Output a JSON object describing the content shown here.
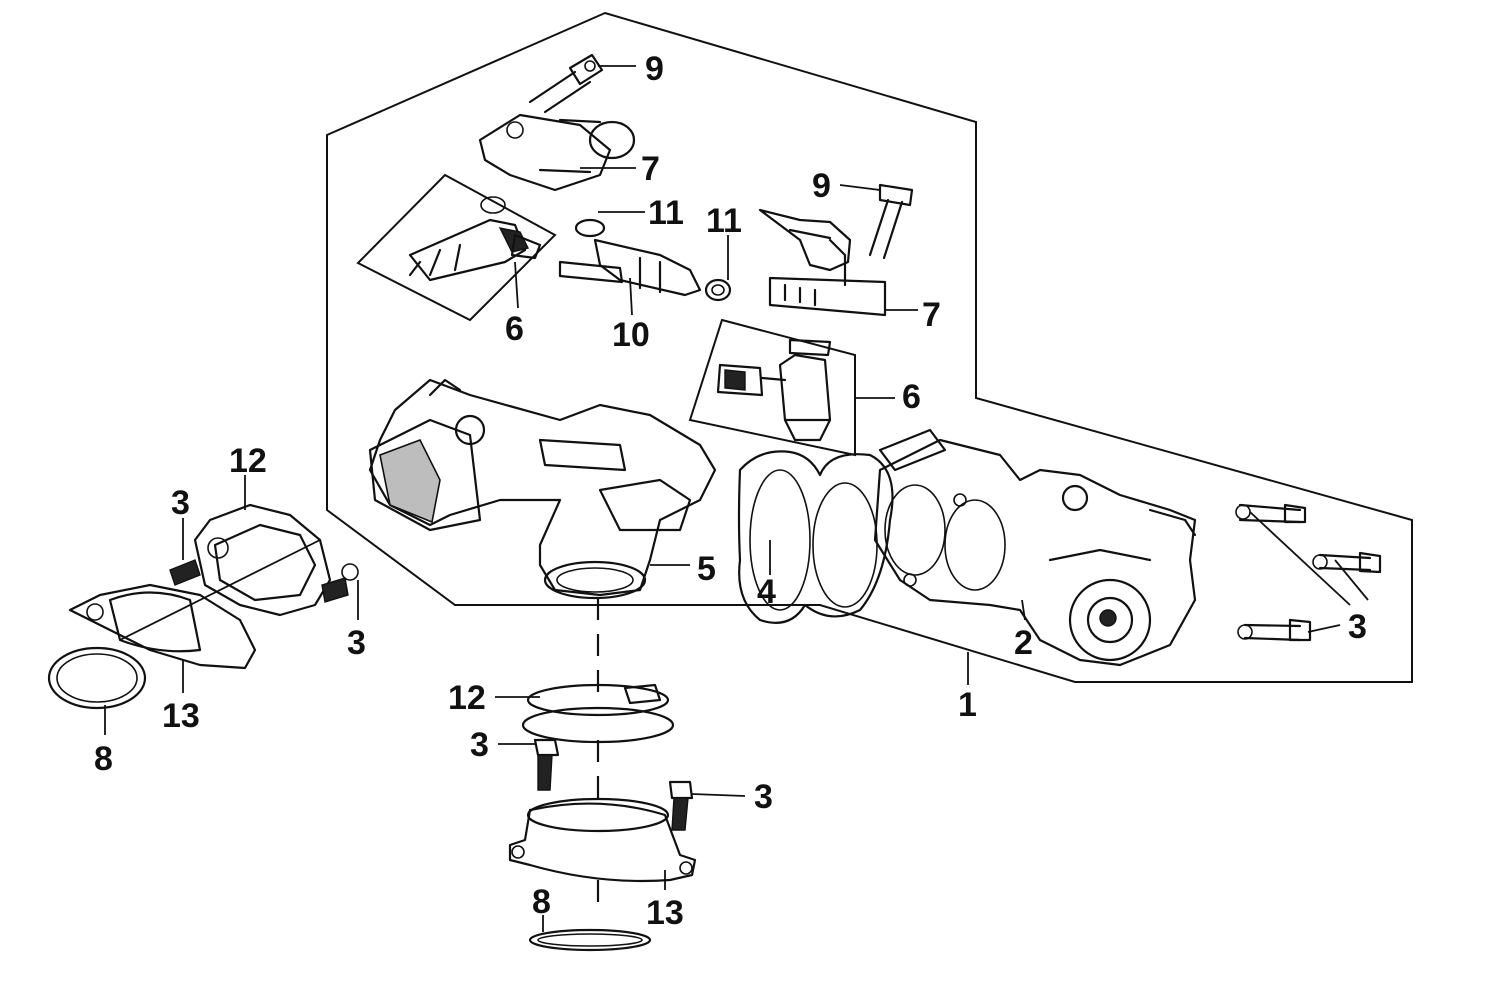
{
  "callouts": [
    {
      "id": "c1",
      "text": "1"
    },
    {
      "id": "c2",
      "text": "2"
    },
    {
      "id": "c3a",
      "text": "3"
    },
    {
      "id": "c3b",
      "text": "3"
    },
    {
      "id": "c3c",
      "text": "3"
    },
    {
      "id": "c3d",
      "text": "3"
    },
    {
      "id": "c3e",
      "text": "3"
    },
    {
      "id": "c4",
      "text": "4"
    },
    {
      "id": "c5",
      "text": "5"
    },
    {
      "id": "c6a",
      "text": "6"
    },
    {
      "id": "c6b",
      "text": "6"
    },
    {
      "id": "c7a",
      "text": "7"
    },
    {
      "id": "c7b",
      "text": "7"
    },
    {
      "id": "c8a",
      "text": "8"
    },
    {
      "id": "c8b",
      "text": "8"
    },
    {
      "id": "c9a",
      "text": "9"
    },
    {
      "id": "c9b",
      "text": "9"
    },
    {
      "id": "c10",
      "text": "10"
    },
    {
      "id": "c11a",
      "text": "11"
    },
    {
      "id": "c11b",
      "text": "11"
    },
    {
      "id": "c12a",
      "text": "12"
    },
    {
      "id": "c12b",
      "text": "12"
    },
    {
      "id": "c13a",
      "text": "13"
    },
    {
      "id": "c13b",
      "text": "13"
    }
  ]
}
